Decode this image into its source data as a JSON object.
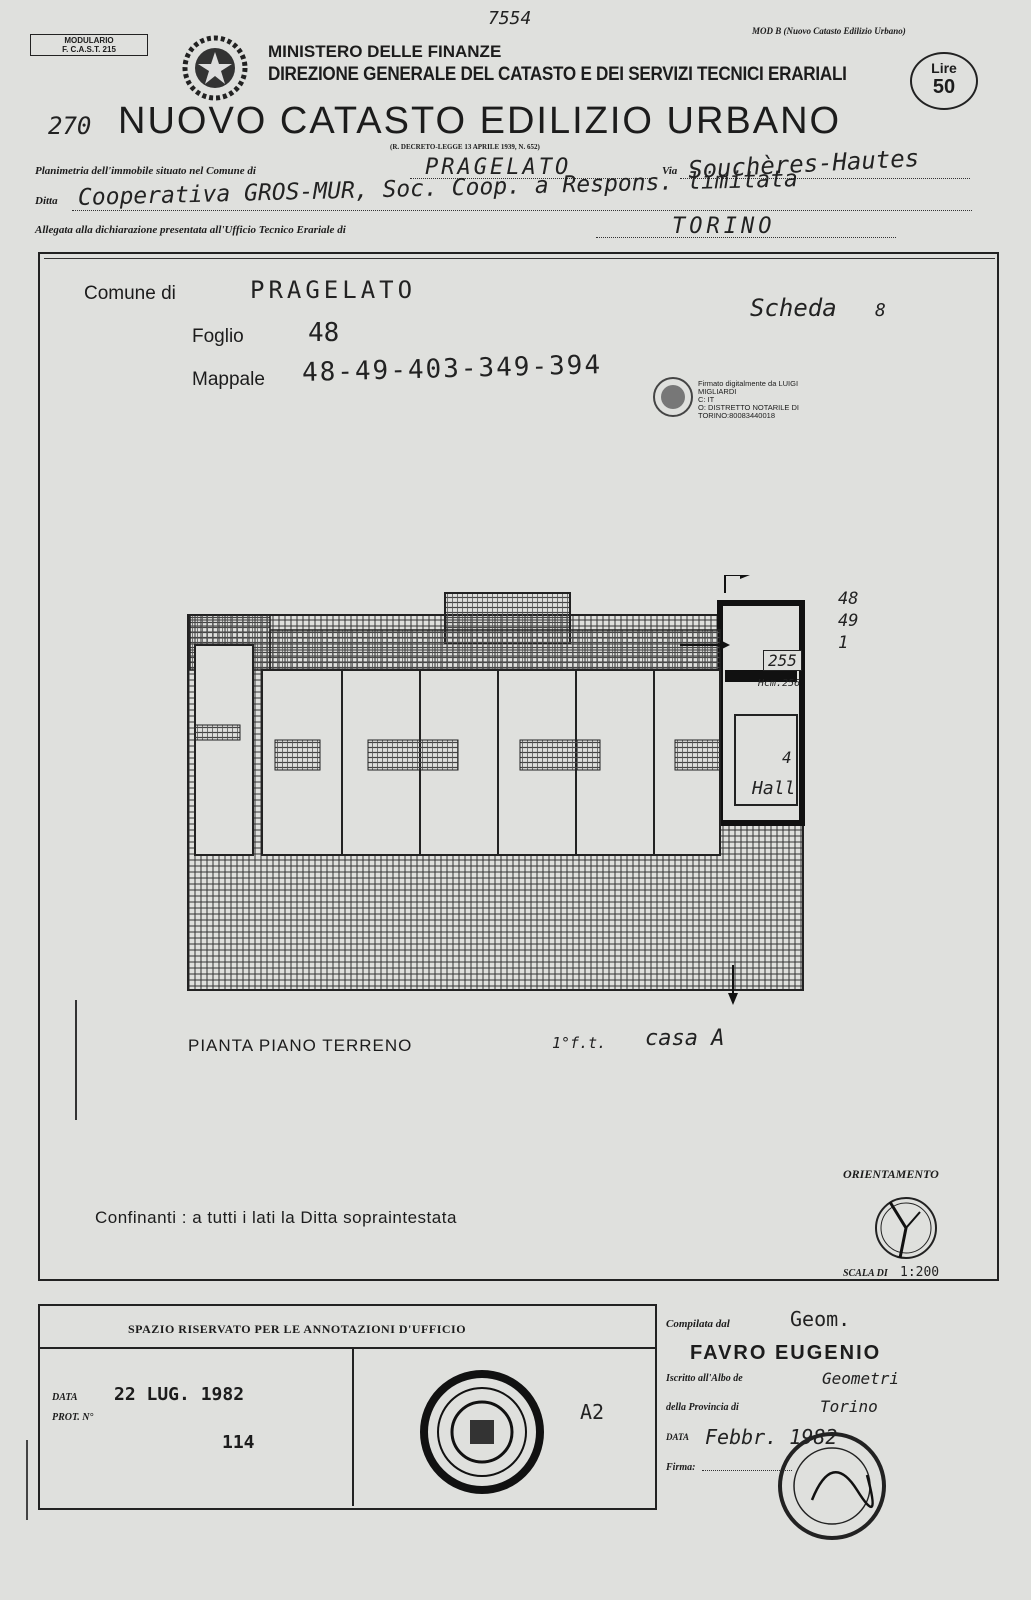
{
  "header": {
    "top_number": "7554",
    "modulario": "MODULARIO",
    "modulario_code": "F. C.A.S.T. 215",
    "mod_label": "MOD B (Nuovo Catasto Edilizio Urbano)",
    "ministry": "MINISTERO DELLE FINANZE",
    "direction": "DIREZIONE GENERALE DEL CATASTO E DEI SERVIZI TECNICI ERARIALI",
    "lire_label": "Lire",
    "lire_value": "50",
    "prefix_number": "270",
    "title": "NUOVO CATASTO EDILIZIO URBANO",
    "decree": "(R. DECRETO-LEGGE 13 APRILE 1939, N. 652)"
  },
  "form": {
    "planimetria_label": "Planimetria dell'immobile situato nel Comune di",
    "comune_value": "PRAGELATO",
    "via_label": "Via",
    "via_value": "Souchères-Hautes",
    "ditta_label": "Ditta",
    "ditta_value": "Cooperativa GROS-MUR, Soc. Coop. a Respons. limitata",
    "allegata_label": "Allegata alla dichiarazione presentata all'Ufficio Tecnico Erariale di",
    "ufficio_value": "TORINO"
  },
  "plan": {
    "comune_label": "Comune di",
    "comune_value": "PRAGELATO",
    "scheda_label": "Scheda",
    "scheda_value": "8",
    "foglio_label": "Foglio",
    "foglio_value": "48",
    "mappale_label": "Mappale",
    "mappale_value": "48-49-403-349-394",
    "signature_lines": [
      "Firmato digitalmente da LUIGI",
      "MIGLIARDI",
      "C: IT",
      "O: DISTRETTO NOTARILE DI",
      "TORINO:80083440018"
    ],
    "side_numbers": [
      "48",
      "49",
      "1"
    ],
    "room_number": "255",
    "room_sub": "Hcm.256",
    "hall_label": "Hall",
    "hall_number": "4",
    "pianta_label": "PIANTA PIANO TERRENO",
    "pianta_sub": "1°f.t.",
    "casa_label": "casa A",
    "confinanti": "Confinanti : a tutti i lati la Ditta sopraintestata",
    "orientamento": "ORIENTAMENTO",
    "scala_label": "SCALA DI",
    "scala_value": "1:200"
  },
  "footer": {
    "reserved_title": "SPAZIO RISERVATO PER LE ANNOTAZIONI D'UFFICIO",
    "data_label": "DATA",
    "data_value": "22 LUG. 1982",
    "prot_label": "PROT. N°",
    "prot_value": "114",
    "annotation": "A2",
    "compilata_label": "Compilata dal",
    "compilata_title": "Geom.",
    "compilata_name": "FAVRO EUGENIO",
    "iscritto_label": "Iscritto all'Albo de",
    "iscritto_value": "Geometri",
    "provincia_label": "della Provincia di",
    "provincia_value": "Torino",
    "date_label": "DATA",
    "date_value": "Febbr. 1982",
    "firma_label": "Firma:"
  },
  "colors": {
    "paper": "#dfe0dd",
    "ink": "#1c1c1c"
  }
}
